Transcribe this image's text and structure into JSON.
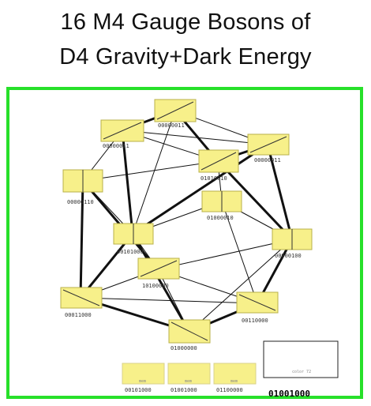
{
  "title": {
    "line1": "16 M4 Gauge Bosons of",
    "line2": "D4 Gravity+Dark Energy"
  },
  "colors": {
    "frame": "#27e02a",
    "node_fill": "#f7f08a",
    "node_stroke": "#b8b04a",
    "edge": "#111111"
  },
  "nodes": [
    {
      "id": "n-top",
      "label": "00000011"
    },
    {
      "id": "n-upper-left",
      "label": "00000011"
    },
    {
      "id": "n-upper-mid",
      "label": "01010010"
    },
    {
      "id": "n-upper-right",
      "label": "00000011"
    },
    {
      "id": "n-left",
      "label": "00000110"
    },
    {
      "id": "n-center",
      "label": "01000010"
    },
    {
      "id": "n-mid-left",
      "label": "00101000"
    },
    {
      "id": "n-right",
      "label": "00000100"
    },
    {
      "id": "n-lower-center",
      "label": "10100000"
    },
    {
      "id": "n-lower-left",
      "label": "00011000"
    },
    {
      "id": "n-lower-right",
      "label": "00110000"
    },
    {
      "id": "n-bottom",
      "label": "01000000"
    }
  ],
  "legend_boxes": [
    {
      "label": "00101000"
    },
    {
      "label": "01001000"
    },
    {
      "label": "01100000"
    }
  ],
  "corner_box": {
    "small_label": "color 72",
    "code": "01001000"
  }
}
